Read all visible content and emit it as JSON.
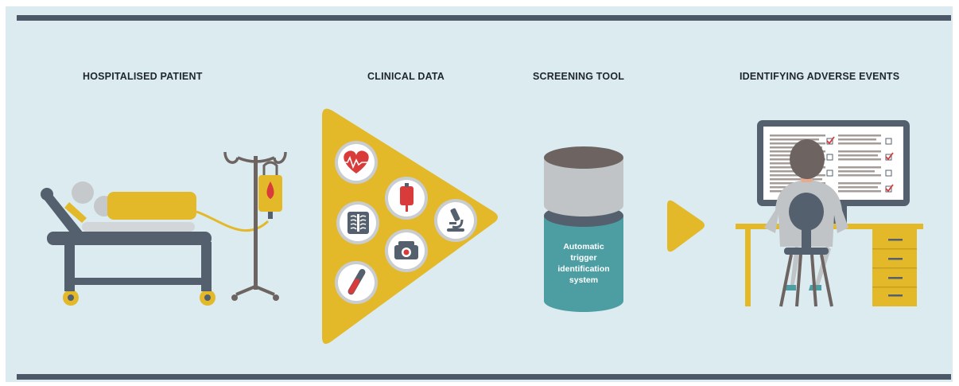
{
  "headings": {
    "patient": "HOSPITALISED PATIENT",
    "clinical": "CLINICAL DATA",
    "screening": "SCREENING TOOL",
    "adverse": "IDENTIFYING ADVERSE EVENTS"
  },
  "trigger_system": {
    "line1": "Automatic",
    "line2": "trigger",
    "line3": "identification",
    "line4": "system"
  },
  "icons": {
    "clinical": [
      "heart-monitor-icon",
      "blood-bag-icon",
      "xray-icon",
      "microscope-icon",
      "camera-icon",
      "test-tube-icon"
    ]
  },
  "colors": {
    "background": "#dbebef",
    "rule": "#4c5868",
    "accent_yellow": "#e3b929",
    "teal": "#4d9ea3",
    "dark_slate": "#55606e",
    "red": "#d93a3a"
  }
}
